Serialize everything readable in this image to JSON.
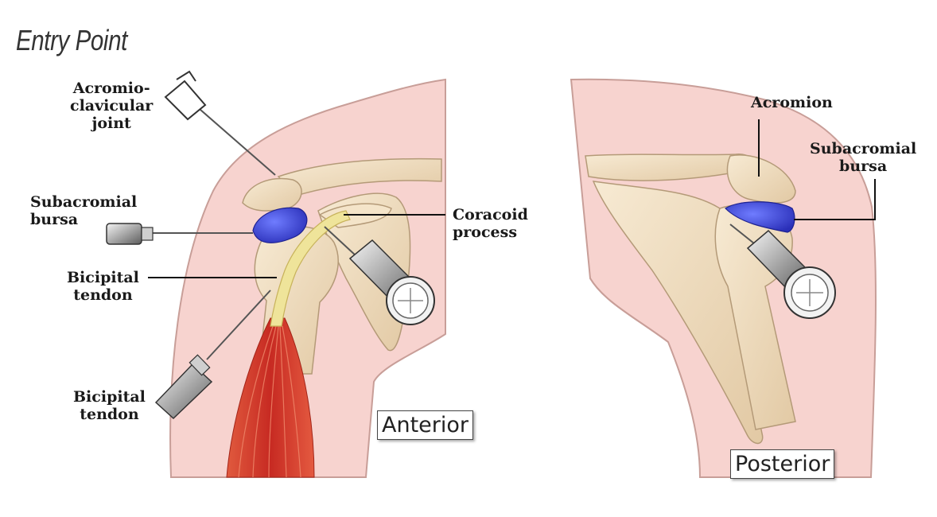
{
  "title": "Entry Point",
  "anterior": {
    "view_label": "Anterior",
    "labels": {
      "ac_joint": [
        "Acromio-",
        "clavicular",
        "joint"
      ],
      "subacromial_bursa": [
        "Subacromial",
        "bursa"
      ],
      "bicipital_tendon_upper": [
        "Bicipital",
        "tendon"
      ],
      "bicipital_tendon_lower": [
        "Bicipital",
        "tendon"
      ],
      "coracoid_process": [
        "Coracoid",
        "process"
      ]
    }
  },
  "posterior": {
    "view_label": "Posterior",
    "labels": {
      "acromion": [
        "Acromion"
      ],
      "subacromial_bursa": [
        "Subacromial",
        "bursa"
      ]
    }
  },
  "colors": {
    "skin": "#f7d3cf",
    "skin_outline": "#c89e98",
    "bone": "#f0dfc4",
    "bone_outline": "#b49a78",
    "bursa": "#3a43d6",
    "tendon": "#efe49a",
    "muscle": "#d8352a"
  }
}
